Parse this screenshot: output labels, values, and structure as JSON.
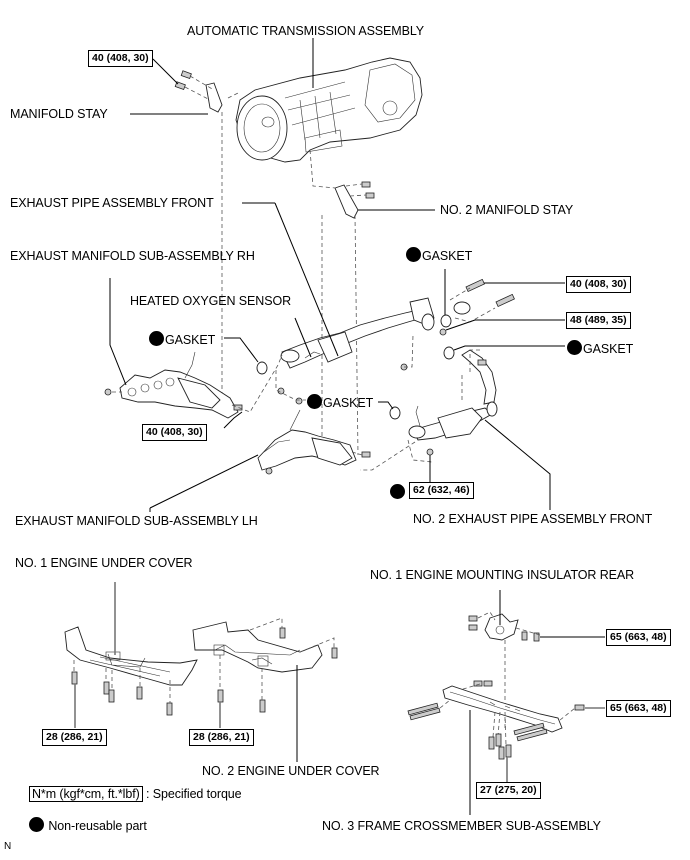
{
  "diagram": {
    "labels": {
      "automatic_transmission": "AUTOMATIC TRANSMISSION ASSEMBLY",
      "manifold_stay": "MANIFOLD STAY",
      "no2_manifold_stay": "NO. 2 MANIFOLD STAY",
      "exhaust_pipe_front": "EXHAUST PIPE ASSEMBLY FRONT",
      "exhaust_manifold_rh": "EXHAUST MANIFOLD SUB-ASSEMBLY RH",
      "heated_oxygen_sensor": "HEATED OXYGEN SENSOR",
      "gasket_1": "GASKET",
      "gasket_2": "GASKET",
      "gasket_3": "GASKET",
      "gasket_4": "GASKET",
      "exhaust_manifold_lh": "EXHAUST MANIFOLD SUB-ASSEMBLY LH",
      "no2_exhaust_pipe_front": "NO. 2 EXHAUST PIPE ASSEMBLY FRONT",
      "no1_engine_under_cover": "NO. 1 ENGINE UNDER COVER",
      "no2_engine_under_cover": "NO. 2 ENGINE UNDER COVER",
      "no1_engine_mounting_insulator_rear": "NO. 1 ENGINE MOUNTING INSULATOR REAR",
      "no3_frame_crossmember": "NO. 3 FRAME CROSSMEMBER SUB-ASSEMBLY"
    },
    "torques": {
      "manifold_stay_bolt": "40 (408, 30)",
      "rh_flange_bolt": "40 (408, 30)",
      "lh_manifold_bolt": "40 (408, 30)",
      "front_pipe_nut": "48 (489, 35)",
      "no2_pipe_nut": "62 (632, 46)",
      "under_cover_1": "28 (286, 21)",
      "under_cover_2": "28 (286, 21)",
      "insulator_bolt": "65 (663, 48)",
      "crossmember_bolt": "65 (663, 48)",
      "crossmember_lower_bolt": "27 (275, 20)"
    },
    "legend": {
      "torque_units": "N*m (kgf*cm, ft.*lbf)",
      "torque_desc": ": Specified torque",
      "non_reusable": "Non-reusable part"
    },
    "corner_mark": "N"
  }
}
